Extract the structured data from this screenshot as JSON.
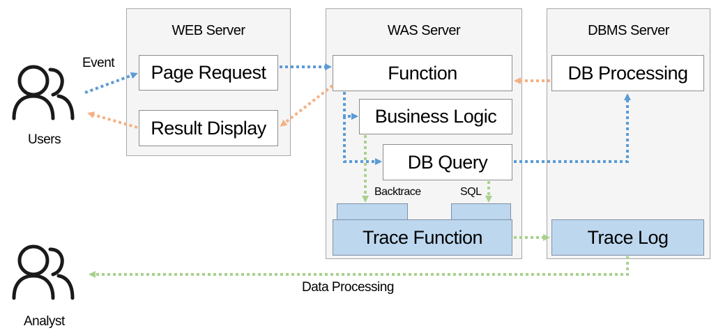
{
  "servers": {
    "web": {
      "title": "WEB Server"
    },
    "was": {
      "title": "WAS Server"
    },
    "dbms": {
      "title": "DBMS Server"
    }
  },
  "boxes": {
    "page_request": "Page Request",
    "result_display": "Result Display",
    "function": "Function",
    "business_logic": "Business Logic",
    "db_query": "DB Query",
    "trace_function": "Trace Function",
    "db_processing": "DB Processing",
    "trace_log": "Trace Log"
  },
  "actors": {
    "users": "Users",
    "analyst": "Analyst"
  },
  "edge_labels": {
    "event": "Event",
    "backtrace": "Backtrace",
    "sql": "SQL",
    "data_processing": "Data Processing"
  },
  "colors": {
    "request_flow": "#5b9bd5",
    "response_flow": "#f4b183",
    "trace_flow": "#a9d18e",
    "trace_box_fill": "#bdd7ee",
    "server_fill": "#f5f5f5"
  }
}
